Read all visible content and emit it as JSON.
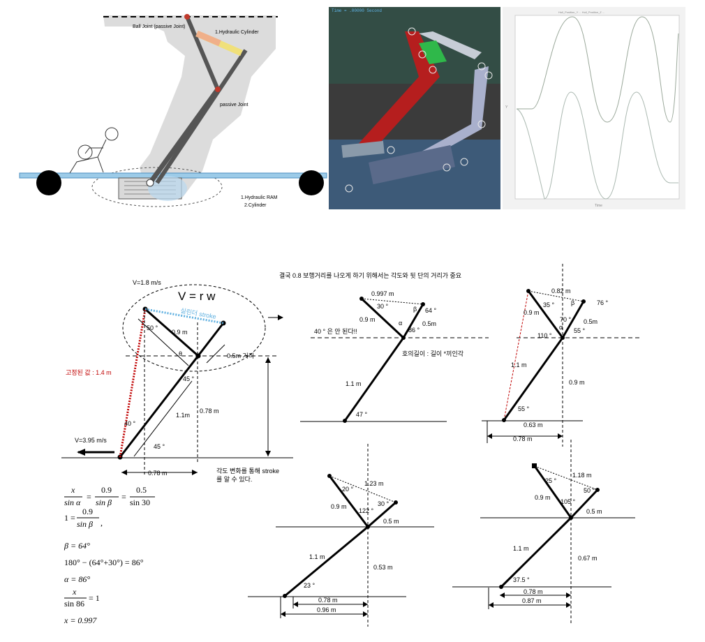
{
  "top_left": {
    "ball_joint": "Ball Joint (passive Joint)",
    "hyd_cyl": "1.Hydraulic Cylinder",
    "passive_joint": "passive Joint",
    "ram": "1.Hydraulic RAM",
    "cyl2": "2.Cylinder"
  },
  "sim": {
    "time": "Time =  .00000  Second"
  },
  "plot": {
    "legend": "Hull_Position_Y ... Hull_Position_Z ...",
    "xlabel": "Time",
    "ylabel": "Y",
    "colors": [
      "#9aa89a",
      "#aab8b0"
    ]
  },
  "main": {
    "v18": "V=1.8 m/s",
    "vrw": "V = r w",
    "cyl": "실린더 stroke",
    "a50": "50 °",
    "l09": "0.9 m",
    "theta": "θ",
    "l05": "0.5m 거리",
    "fixed": "고정된 값 : 1.4 m",
    "a45a": "45 °",
    "l078v": "0.78 m",
    "l11": "1.1m",
    "a40": "40 °",
    "v395": "V=3.95 m/s",
    "a45b": "45 °",
    "l078h": "0.78 m",
    "stroke_note_1": "각도 변화를 통해 stroke",
    "stroke_note_2": "를 알 수 있다."
  },
  "top_note": "결국 0.8 보행거리를 나오게 하기 위해서는 각도와 뒷 단의 거리가 중요",
  "d1": {
    "l0997": "0.997 m",
    "a30": "30 °",
    "beta": "β",
    "a64": "64 °",
    "l09": "0.9 m",
    "alpha": "α",
    "l05": "0.5m",
    "a86": "86 °",
    "no40": "40 ° 은 안 된다!!",
    "arc": "호의길이 : 길이 *끼인각",
    "l11": "1.1 m",
    "a47": "47 °"
  },
  "d2": {
    "l082": "0.82 m",
    "a35": "35 °",
    "beta": "β",
    "a76": "76 °",
    "l09": "0.9 m",
    "a70": "70 °",
    "alpha": "α",
    "l05": "0.5m",
    "a110": "110 °",
    "a55": "55 °",
    "l11": "1.1 m",
    "l09v": "0.9 m",
    "a55b": "55 °",
    "l063": "0.63 m",
    "l078": "0.78 m"
  },
  "d3": {
    "l123": "1.23 m",
    "a20": "20 °",
    "a30": "30 °",
    "l09": "0.9 m",
    "a122": "122 °",
    "l05": "0.5 m",
    "l11": "1.1 m",
    "l053": "0.53 m",
    "a23": "23 °",
    "l078": "0.78 m",
    "l096": "0.96 m"
  },
  "d4": {
    "l118": "1.18 m",
    "a25": "25 °",
    "a50": "50 °",
    "l09": "0.9 m",
    "a105": "105 °",
    "l05": "0.5 m",
    "l11": "1.1 m",
    "l067": "0.67 m",
    "a375": "37.5 °",
    "l078": "0.78 m",
    "l087": "0.87 m"
  },
  "eq": {
    "x": "x",
    "sina": "sin α",
    "eq1": "=",
    "n09": "0.9",
    "sinb": "sin β",
    "eq2": "=",
    "n05": "0.5",
    "sin30": "sin 30",
    "one_eq": "1 =",
    "n09b": "0.9",
    "sinb2": "sin β",
    "comma": ",",
    "beta": "β = 64°",
    "calc": "180° − (64°+30°) = 86°",
    "alpha": "α = 86°",
    "x2": "x",
    "sin86": "sin 86",
    "eq_one": "= 1",
    "xres": "x = 0.997"
  }
}
